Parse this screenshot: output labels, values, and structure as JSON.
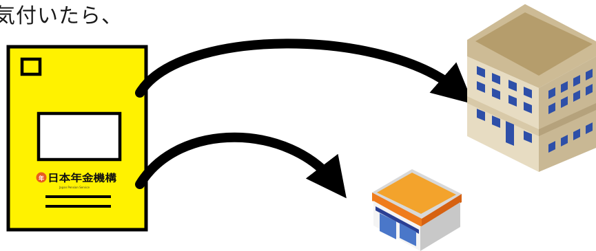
{
  "caption": "気付いたら、",
  "envelope": {
    "logo_text": "日本年金機構",
    "logo_subtext": "Japan Pension Service",
    "fill_color": "#fff200",
    "seal_color": "#e85c1f"
  },
  "arrows": [
    {
      "from": "envelope",
      "to": "office-building"
    },
    {
      "from": "envelope",
      "to": "convenience-store"
    }
  ],
  "icons": [
    "envelope-icon",
    "office-building-icon",
    "convenience-store-icon"
  ]
}
